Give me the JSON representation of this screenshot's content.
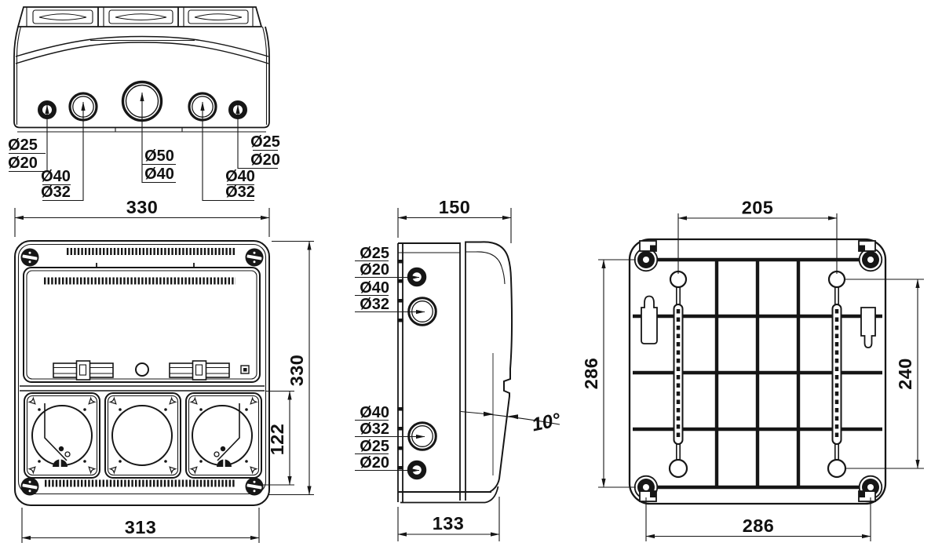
{
  "top_view": {
    "hole_labels": {
      "left_outer": [
        "Ø25",
        "Ø20"
      ],
      "left_inner": [
        "Ø40",
        "Ø32"
      ],
      "center": [
        "Ø50",
        "Ø40"
      ],
      "right_inner": [
        "Ø40",
        "Ø32"
      ],
      "right_outer": [
        "Ø25",
        "Ø20"
      ]
    }
  },
  "front_view": {
    "overall_width_mm": "330",
    "overall_height_mm": "330",
    "socket_section_height_mm": "122",
    "base_width_mm": "313"
  },
  "side_view": {
    "overall_depth_mm": "150",
    "base_depth_mm": "133",
    "lid_angle": "10°",
    "upper_hole_labels": [
      "Ø25",
      "Ø20",
      "Ø40",
      "Ø32"
    ],
    "lower_hole_labels": [
      "Ø40",
      "Ø32",
      "Ø25",
      "Ø20"
    ]
  },
  "rear_view": {
    "hole_spacing_top_mm": "205",
    "mounting_height_mm": "286",
    "rail_length_mm": "240",
    "mounting_width_mm": "286"
  }
}
